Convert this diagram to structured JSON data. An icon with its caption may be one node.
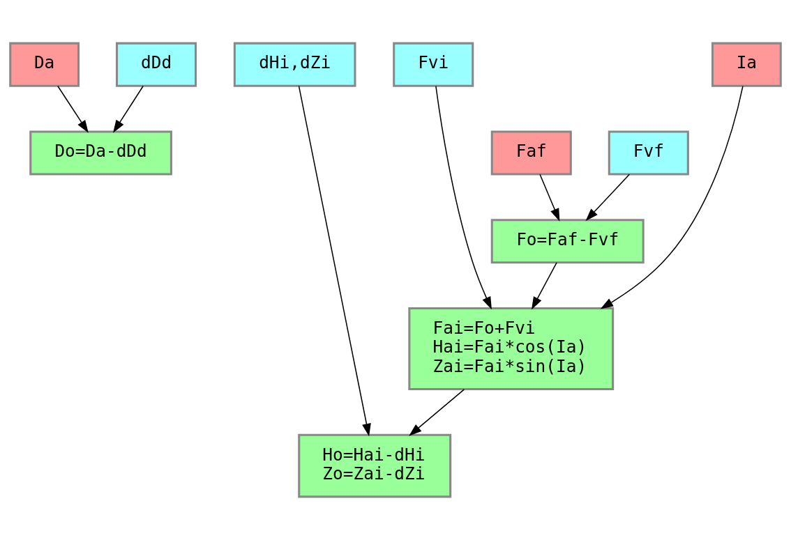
{
  "diagram": {
    "nodes": [
      {
        "text": [
          "Da"
        ]
      },
      {
        "text": [
          "dDd"
        ]
      },
      {
        "text": [
          "Ia"
        ]
      },
      {
        "text": [
          "Fvi"
        ]
      },
      {
        "text": [
          "dHi,dZi"
        ]
      },
      {
        "text": [
          "Faf"
        ]
      },
      {
        "text": [
          "Do=Da-dDd"
        ]
      },
      {
        "text": [
          "Fvf"
        ]
      },
      {
        "text": [
          "Fo=Faf-Fvf"
        ]
      },
      {
        "text": [
          "Fai=Fo+Fvi",
          "Hai=Fai*cos(Ia)",
          "Zai=Fai*sin(Ia)"
        ]
      },
      {
        "text": [
          "Ho=Hai-dHi",
          "Zo=Zai-dZi"
        ]
      }
    ],
    "edges": [
      {
        "from": 0,
        "to": 6,
        "arrow": "to"
      },
      {
        "from": 1,
        "to": 6,
        "arrow": "to"
      },
      {
        "from": 5,
        "to": 8,
        "arrow": "to"
      },
      {
        "from": 7,
        "to": 8,
        "arrow": "to"
      },
      {
        "from": 8,
        "to": 9,
        "arrow": "to"
      },
      {
        "from": 2,
        "to": 9,
        "arrow": "to"
      },
      {
        "from": 3,
        "to": 9,
        "arrow": "to"
      },
      {
        "from": 9,
        "to": 10,
        "arrow": "to"
      },
      {
        "from": 4,
        "to": 10,
        "arrow": "to"
      }
    ]
  }
}
